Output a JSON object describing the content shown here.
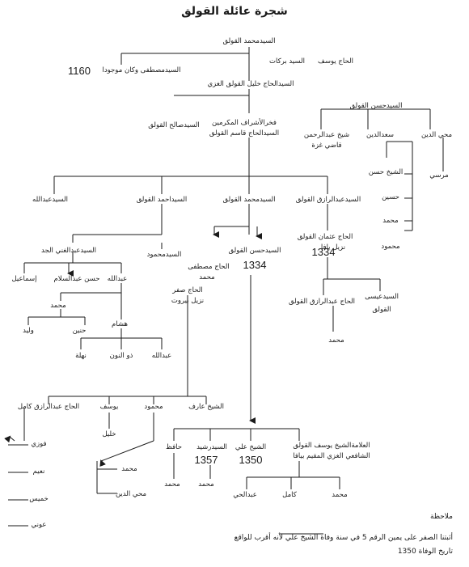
{
  "title": "شجرة عائلة القولق",
  "nodes": {
    "root": "السيدمحمد القولق",
    "hajj_yusuf": "الحاج يوسف",
    "barakat": "السيد بركات",
    "mustafa": "السيدمصطفى وكان موجودا",
    "hajj_khalil": "السيدالحاج خليل القولق الغزي",
    "fakhr": "فخرالأشراف المكرمين",
    "qasim": "السيدالحاج قاسم القولق",
    "saleh": "السيدصالح القولق",
    "hasan_top": "السيدحسن القولق",
    "abdulrahman": "شيخ عبدالرحمن",
    "qadi_ghaza": "قاضي غزة",
    "saadeddin": "سعدالدين",
    "muhyi_top": "محي الدين",
    "mursi": "مرسي",
    "shaykh_hasan": "الشيخ حسن",
    "husayn": "حسين",
    "muhammad_a": "محمد",
    "mahmud_a": "محمود",
    "abdullah": "السيدعبدالله",
    "ahmad": "السيداحمد القولق",
    "sayyid_muhammad": "السيدمحمد القولق",
    "abdulraziq": "السيدعبدالرازق القولق",
    "hajj_uthman": "الحاج عثمان القولق",
    "nazil_yafa": "نزيل يافا",
    "hasan_mid": "السيدحسن القولق",
    "hajj_mustafa": "الحاج مصطفى",
    "muhammad_b": "محمد",
    "abdulghani": "السيدعبدالغني الجد",
    "sayyid_mahmud": "السيدمحمود",
    "ismail": "إسماعيل",
    "hasan_abdulsalam": "حسن عبدالسلام",
    "abdallah_s": "عبدالله",
    "muhammad_c": "محمد",
    "walid": "وليد",
    "hani": "حنين",
    "hisham": "هشام",
    "nahla": "نهلة",
    "dhunnun": "ذو النون",
    "abdullah2": "عبدالله",
    "hajj_safar": "الحاج صفر",
    "nazil_beirut": "نزيل بيروت",
    "hajj_abdulraziq2": "الحاج عبدالرازق القولق",
    "muhammad_d": "محمد",
    "sayyid_issa": "السيدعيسى",
    "qawlaq": "القولق",
    "hajj_abdulraziq_kamil": "الحاج عبدالرازق كامل",
    "yusuf": "يوسف",
    "mahmud_b": "محمود",
    "shaykh_arif": "الشيخ عارف",
    "khalil": "خليل",
    "fawzi": "فوزي",
    "naim": "نعيم",
    "khamis": "خميس",
    "awni": "عوني",
    "muhammad_e": "محمد",
    "muhyi_eddin": "محي الدين",
    "hafiz": "حافظ",
    "sayyid_rashid": "السيدرشيد",
    "shaykh_ali": "الشيخ علي",
    "allama": "العلامةالشيخ يوسف القولق",
    "allama2": "الشافعي الغزي المقيم بيافا",
    "muhammad_f": "محمد",
    "muhammad_g": "محمد",
    "abdulhayy": "عبدالحي",
    "kamil": "كامل",
    "muhammad_h": "محمد"
  },
  "years": {
    "y1160": "1160",
    "y1334a": "1334",
    "y1334b": "1334",
    "y1357": "1357",
    "y1350": "1350"
  },
  "notes": {
    "label": "ملاحظة",
    "line1": "أثبتنا الصفر على يمين الرقم 5 في سنة وفاة الشيخ علي لأنه أقرب للواقع",
    "line2": "تاريخ الوفاة 1350"
  }
}
